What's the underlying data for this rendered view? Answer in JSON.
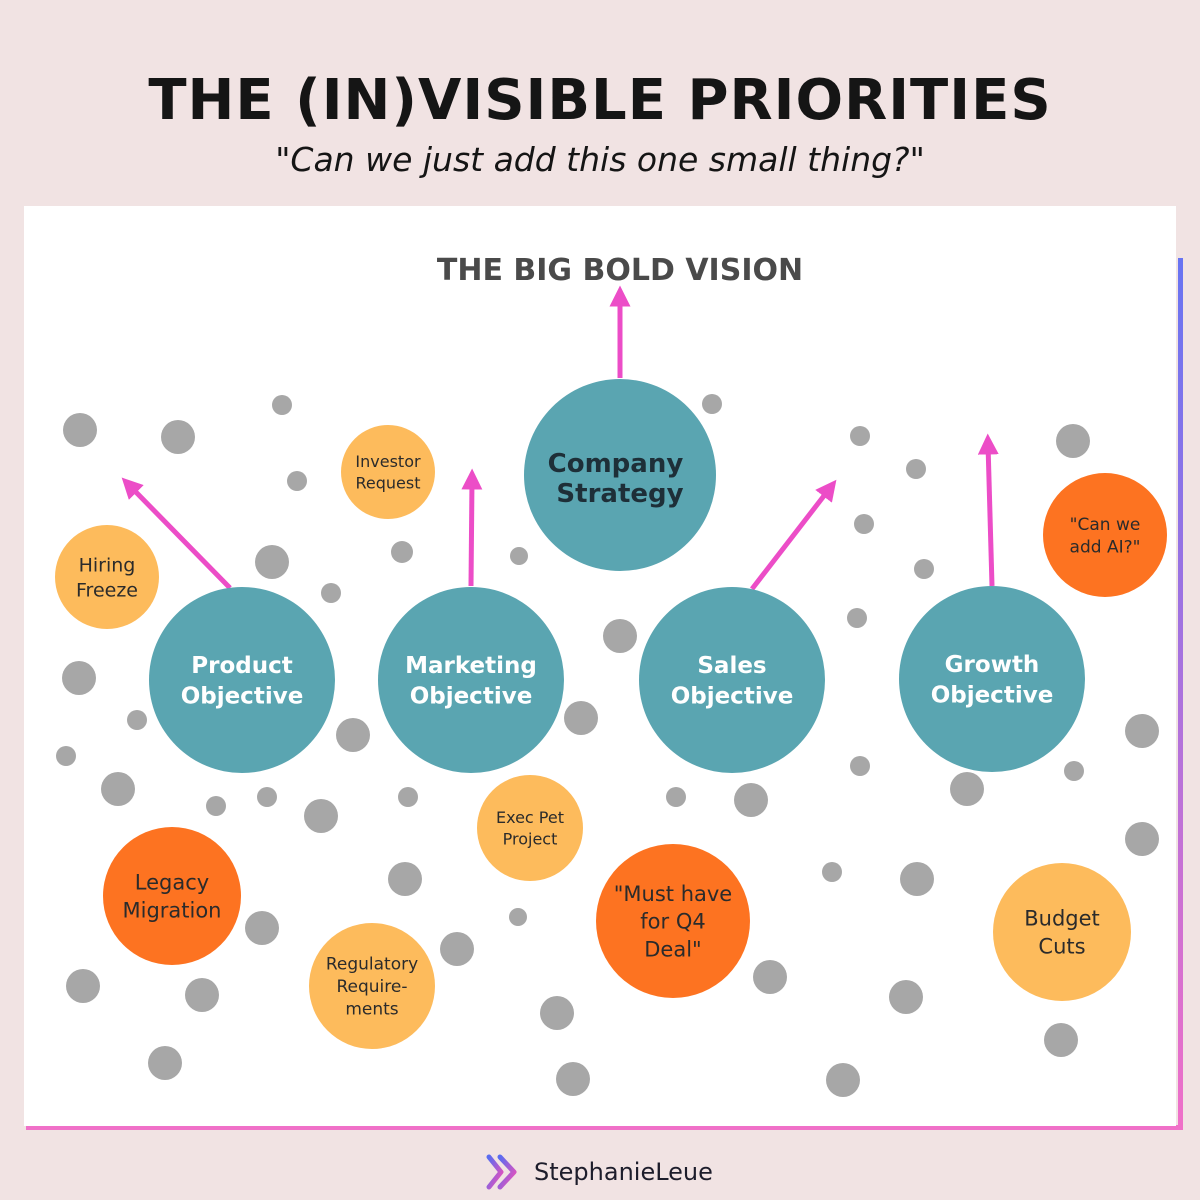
{
  "header": {
    "title": "THE (IN)VISIBLE PRIORITIES",
    "subtitle": "\"Can we just add this one small thing?\""
  },
  "vision": {
    "label": "THE BIG BOLD VISION"
  },
  "strategy": {
    "lines": [
      "Company",
      "Strategy"
    ]
  },
  "objectives": [
    {
      "lines": [
        "Product",
        "Objective"
      ]
    },
    {
      "lines": [
        "Marketing",
        "Objective"
      ]
    },
    {
      "lines": [
        "Sales",
        "Objective"
      ]
    },
    {
      "lines": [
        "Growth",
        "Objective"
      ]
    }
  ],
  "distractions": [
    {
      "lines": [
        "Investor",
        "Request"
      ],
      "level": "minor"
    },
    {
      "lines": [
        "Hiring",
        "Freeze"
      ],
      "level": "minor"
    },
    {
      "lines": [
        "\"Can we",
        "add AI?\""
      ],
      "level": "major"
    },
    {
      "lines": [
        "Exec Pet",
        "Project"
      ],
      "level": "minor"
    },
    {
      "lines": [
        "Legacy",
        "Migration"
      ],
      "level": "major"
    },
    {
      "lines": [
        "\"Must have",
        "for Q4",
        "Deal\""
      ],
      "level": "major"
    },
    {
      "lines": [
        "Budget",
        "Cuts"
      ],
      "level": "minor"
    },
    {
      "lines": [
        "Regulatory",
        "Require-",
        "ments"
      ],
      "level": "minor"
    }
  ],
  "colors": {
    "background": "#f1e3e3",
    "panel": "#ffffff",
    "objective": "#5aa5b1",
    "arrow": "#ec4dc7",
    "minor_distraction": "#fdbb5c",
    "major_distraction": "#fd7321",
    "noise_dot": "#a7a7a7",
    "frame_gradient": [
      "#6874f2",
      "#f070c8"
    ]
  },
  "brand": {
    "name": "StephanieLeue",
    "icon": "double-chevron-logo-icon"
  }
}
